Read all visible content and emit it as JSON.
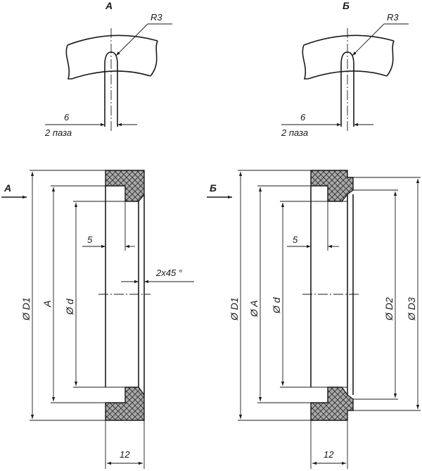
{
  "details": [
    {
      "view_letter": "А",
      "radius_label": "R3",
      "slot_width_label": "6",
      "slot_count_label": "2  паза"
    },
    {
      "view_letter": "Б",
      "radius_label": "R3",
      "slot_width_label": "6",
      "slot_count_label": "2  паза"
    }
  ],
  "sections": [
    {
      "arrow_letter": "А",
      "dims": {
        "d1": "Ø D1",
        "a": "A",
        "d": "Ø d",
        "width": "12",
        "depth": "5",
        "chamfer": "2x45 °"
      }
    },
    {
      "arrow_letter": "Б",
      "dims": {
        "d1": "Ø D1",
        "a": "Ø A",
        "d": "Ø d",
        "d2": "Ø D2",
        "d3": "Ø D3",
        "width": "12",
        "depth": "5"
      }
    }
  ]
}
